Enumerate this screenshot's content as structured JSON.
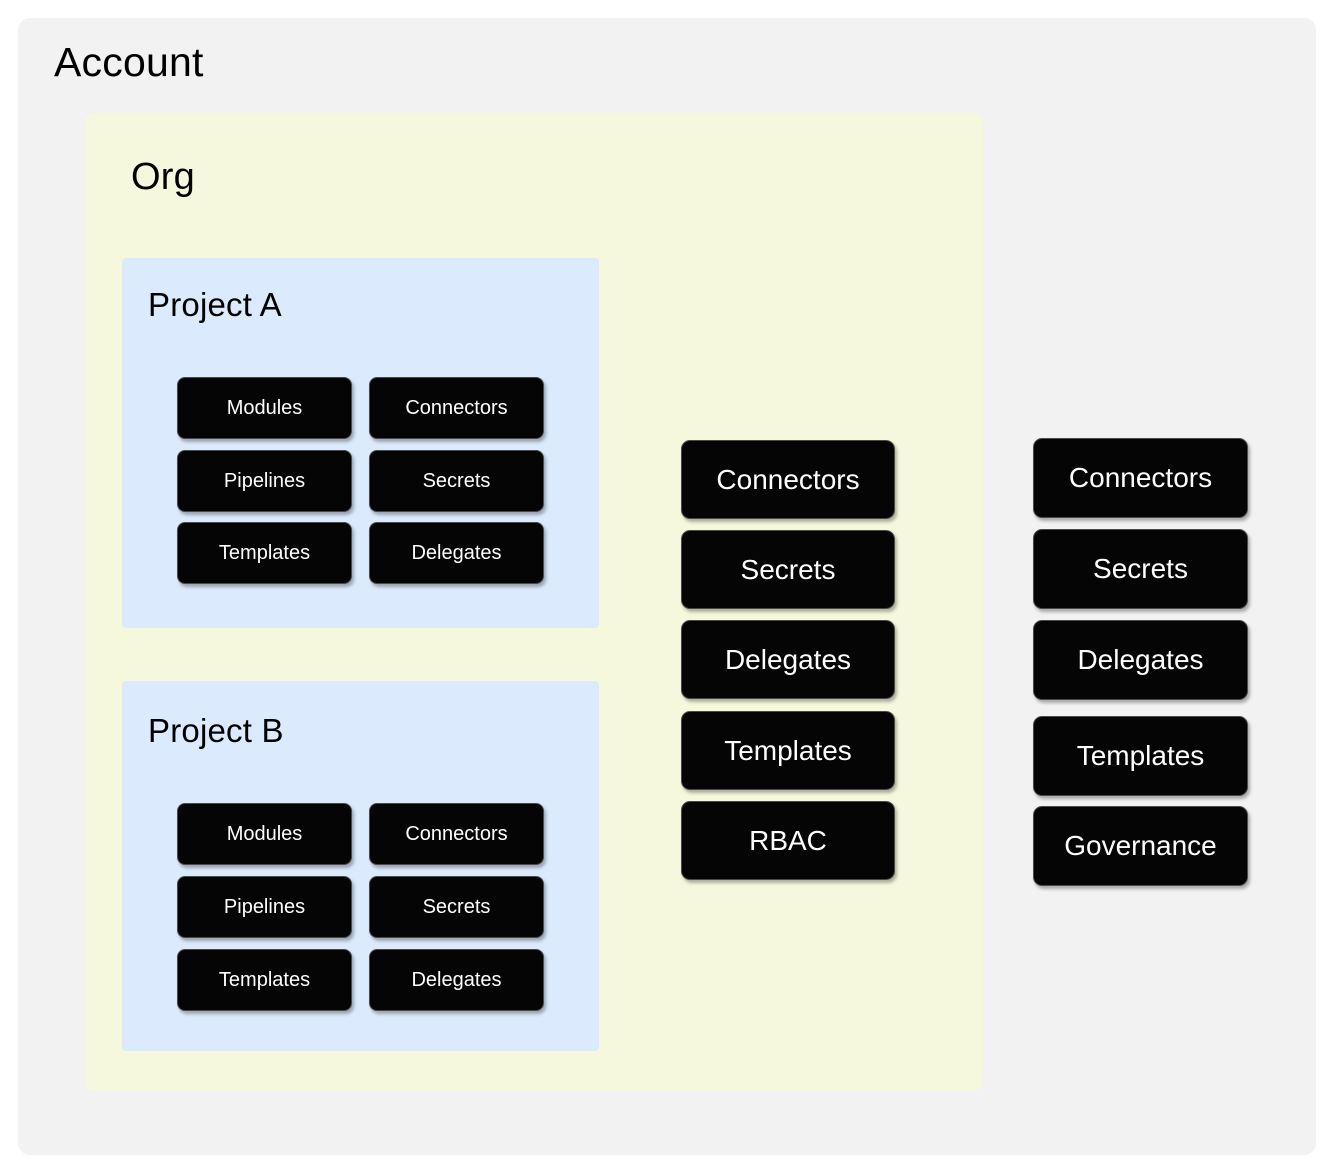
{
  "diagram": {
    "title": "Account",
    "colors": {
      "page_background": "#ffffff",
      "account_panel": "#f2f2f2",
      "org_panel": "#f6f8dd",
      "project_panel": "#dbeafc",
      "chip_fill": "#050505",
      "chip_text": "#ffffff",
      "chip_border": "#4a4a4a"
    }
  },
  "account": {
    "label": "Account",
    "resources": [
      {
        "label": "Connectors"
      },
      {
        "label": "Secrets"
      },
      {
        "label": "Delegates"
      },
      {
        "label": "Templates"
      },
      {
        "label": "Governance"
      }
    ]
  },
  "org": {
    "label": "Org",
    "resources": [
      {
        "label": "Connectors"
      },
      {
        "label": "Secrets"
      },
      {
        "label": "Delegates"
      },
      {
        "label": "Templates"
      },
      {
        "label": "RBAC"
      }
    ]
  },
  "projects": [
    {
      "label": "Project A",
      "resources_left": [
        {
          "label": "Modules"
        },
        {
          "label": "Pipelines"
        },
        {
          "label": "Templates"
        }
      ],
      "resources_right": [
        {
          "label": "Connectors"
        },
        {
          "label": "Secrets"
        },
        {
          "label": "Delegates"
        }
      ]
    },
    {
      "label": "Project B",
      "resources_left": [
        {
          "label": "Modules"
        },
        {
          "label": "Pipelines"
        },
        {
          "label": "Templates"
        }
      ],
      "resources_right": [
        {
          "label": "Connectors"
        },
        {
          "label": "Secrets"
        },
        {
          "label": "Delegates"
        }
      ]
    }
  ]
}
